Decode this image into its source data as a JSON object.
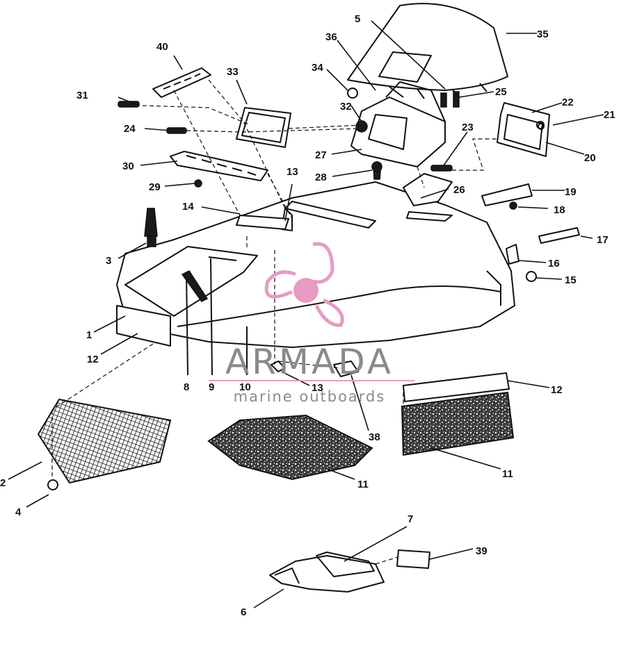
{
  "watermark": {
    "brand": "ARMADA",
    "tagline": "marine outboards",
    "logo_color": "#e79bc2",
    "text_color": "#8a8a8a",
    "logo_icon": "propeller-logo-icon"
  },
  "callouts": {
    "c1": "1",
    "c2": "2",
    "c3": "3",
    "c4": "4",
    "c5": "5",
    "c6": "6",
    "c7": "7",
    "c8": "8",
    "c9": "9",
    "c10": "10",
    "c11a": "11",
    "c11b": "11",
    "c12a": "12",
    "c12b": "12",
    "c13a": "13",
    "c13b": "13",
    "c14": "14",
    "c15": "15",
    "c16": "16",
    "c17": "17",
    "c18": "18",
    "c19": "19",
    "c20": "20",
    "c21": "21",
    "c22": "22",
    "c23": "23",
    "c24": "24",
    "c25": "25",
    "c26": "26",
    "c27": "27",
    "c28": "28",
    "c29": "29",
    "c30": "30",
    "c31": "31",
    "c32": "32",
    "c33": "33",
    "c34": "34",
    "c35": "35",
    "c36": "36",
    "c38": "38",
    "c39": "39",
    "c40": "40"
  }
}
